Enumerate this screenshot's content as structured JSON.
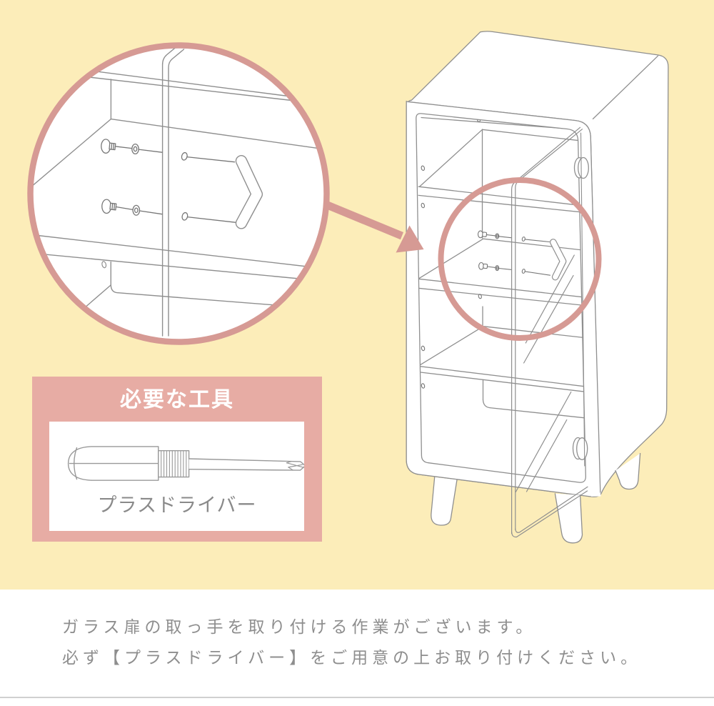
{
  "colors": {
    "background_yellow": "#fcedb9",
    "accent_pink": "#d69a94",
    "box_pink": "#e7aca4",
    "line_grey": "#8f8f8f",
    "text_grey": "#8e8e8e"
  },
  "tools_box": {
    "title": "必要な工具",
    "tool_label": "プラスドライバー"
  },
  "instructions": {
    "line1": "ガラス扉の取っ手を取り付ける作業がございます。",
    "line2": "必ず【プラスドライバー】をご用意の上お取り付けください。"
  }
}
